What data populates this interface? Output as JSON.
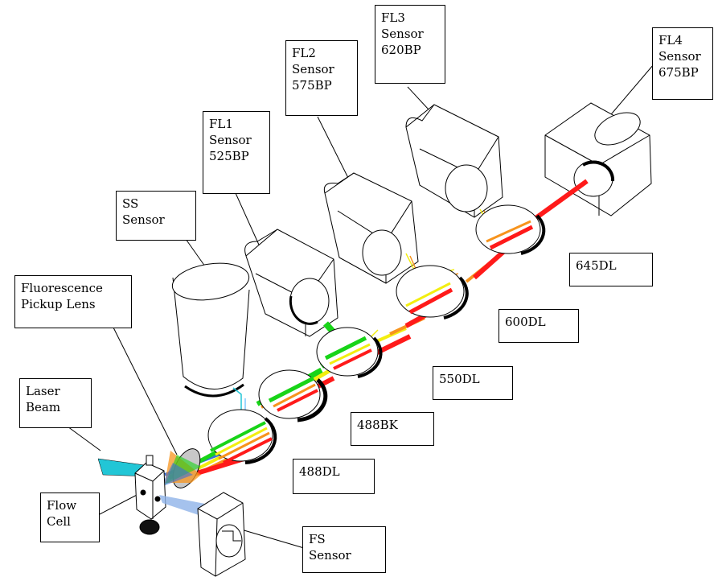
{
  "labels": {
    "fl3_sensor": [
      "FL3",
      "Sensor",
      "620BP"
    ],
    "fl4_sensor": [
      "FL4",
      "Sensor",
      "675BP"
    ],
    "fl2_sensor": [
      "FL2",
      "Sensor",
      "575BP"
    ],
    "fl1_sensor": [
      "FL1",
      "Sensor",
      "525BP"
    ],
    "ss_sensor": [
      "SS",
      "Sensor"
    ],
    "fluorescence_lens": [
      "Fluorescence",
      "Pickup Lens"
    ],
    "laser_beam": [
      "Laser",
      "Beam"
    ],
    "flow_cell": [
      "Flow",
      "Cell"
    ],
    "fs_sensor": [
      "FS",
      "Sensor"
    ],
    "dl645": [
      "645DL"
    ],
    "dl600": [
      "600DL"
    ],
    "dl550": [
      "550DL"
    ],
    "bk488": [
      "488BK"
    ],
    "dl488": [
      "488DL"
    ]
  },
  "colors": {
    "laser": "#22c6d6",
    "green": "#18d418",
    "yellow": "#f3ee10",
    "orange": "#f7941d",
    "red": "#ff1a1a",
    "blue": "#3a6fd8",
    "outline": "#000000"
  }
}
